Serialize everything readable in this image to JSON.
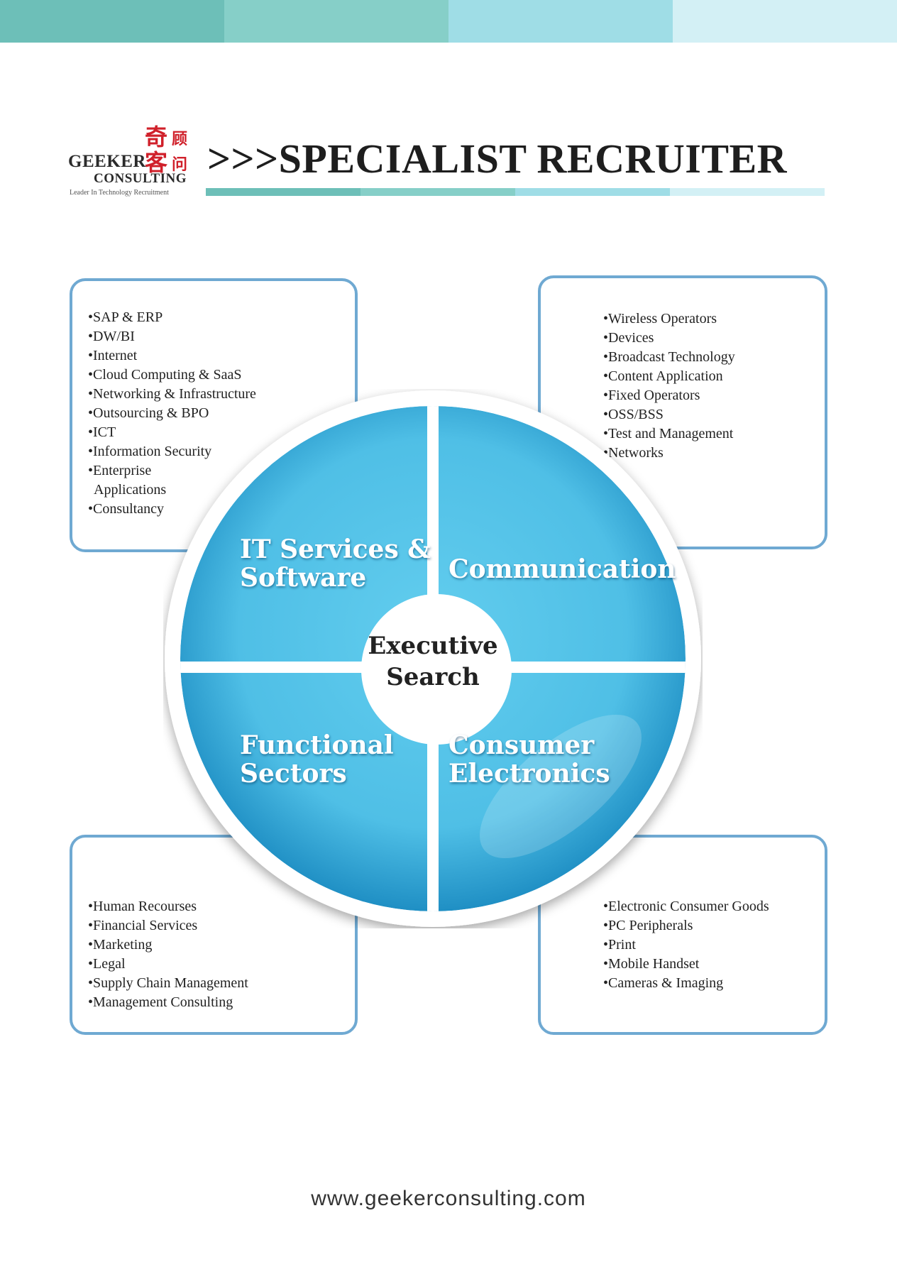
{
  "colors": {
    "bar": [
      "#6dbfb8",
      "#86cfc8",
      "#9fdde6",
      "#d3f0f5"
    ],
    "accent_red": "#d0202a",
    "wheel_blue": "#5bc6e8",
    "box_border": "#6fa9d2"
  },
  "logo": {
    "cn_1": "奇",
    "cn_2": "顾",
    "cn_3": "客",
    "cn_4": "问",
    "brand_line1": "GEEKER",
    "brand_line2": "CONSULTING",
    "tagline": "Leader In Technology Recruitment"
  },
  "title": ">>>SPECIALIST RECRUITER",
  "wheel": {
    "center_line1": "Executive",
    "center_line2": "Search",
    "segments": {
      "it": [
        "IT Services &",
        "Software"
      ],
      "comm": [
        "Communication"
      ],
      "func": [
        "Functional",
        "Sectors"
      ],
      "ce": [
        "Consumer",
        "Electronics"
      ]
    }
  },
  "boxes": {
    "it": [
      "•SAP & ERP",
      "•DW/BI",
      "•Internet",
      "•Cloud Computing & SaaS",
      "•Networking & Infrastructure",
      "•Outsourcing & BPO",
      "•ICT",
      "•Information Security",
      "•Enterprise",
      "Applications",
      "•Consultancy"
    ],
    "comm": [
      "•Wireless Operators",
      "•Devices",
      "•Broadcast Technology",
      "•Content Application",
      "•Fixed Operators",
      "•OSS/BSS",
      "•Test and Management",
      "•Networks"
    ],
    "func": [
      "•Human Recourses",
      "•Financial Services",
      "•Marketing",
      "•Legal",
      "•Supply Chain Management",
      "•Management Consulting"
    ],
    "ce": [
      "•Electronic Consumer Goods",
      "•PC Peripherals",
      "•Print",
      "•Mobile Handset",
      "•Cameras & Imaging"
    ]
  },
  "footer": "www.geekerconsulting.com"
}
